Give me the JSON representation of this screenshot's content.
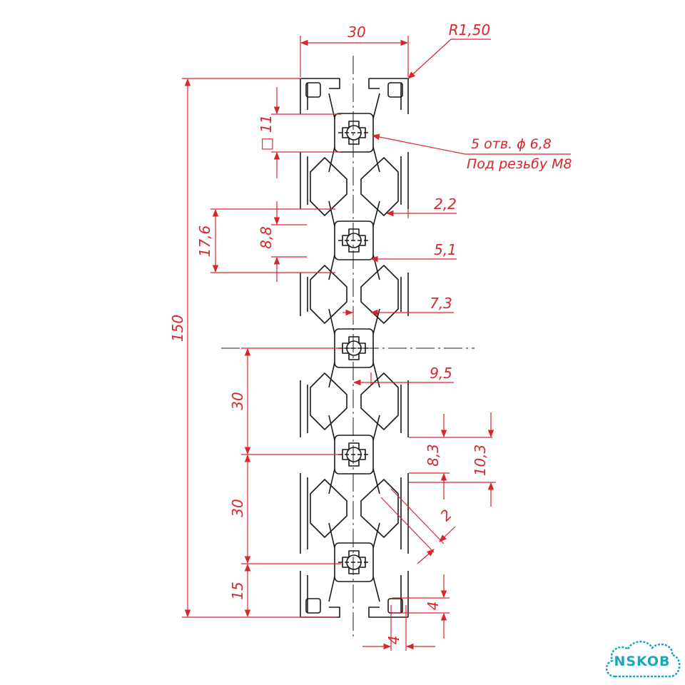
{
  "dimensions": {
    "overall_width": "30",
    "corner_radius": "R1,50",
    "overall_height": "150",
    "square_core": "□ 11",
    "slot_pitch": "17,6",
    "slot_opening": "8,8",
    "lip_thickness": "2,2",
    "slot_depth": "5,1",
    "web_offset": "7,3",
    "core_half": "9,5",
    "inner_depth": "8,3",
    "outer_depth": "10,3",
    "wall_thickness": "2",
    "pitch_upper": "30",
    "pitch_lower": "30",
    "edge_distance": "15",
    "corner_hole_height": "4",
    "corner_hole_width": "4"
  },
  "holes_note": {
    "line1": "5 отв. ϕ 6,8",
    "line2": "Под резьбу М8"
  },
  "logo": {
    "text": "NSKOB"
  },
  "colors": {
    "profile": "#1a1a1a",
    "dimension": "#d8262c",
    "logo": "#1aa7b8"
  }
}
